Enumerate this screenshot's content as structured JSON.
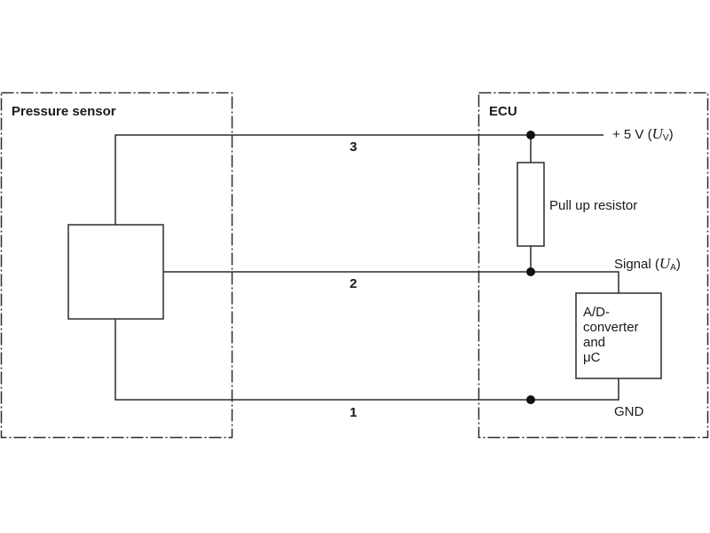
{
  "blocks": {
    "sensor": {
      "title": "Pressure sensor"
    },
    "ecu": {
      "title": "ECU"
    }
  },
  "wires": [
    {
      "number": "3",
      "ecu_terminal": {
        "prefix": "+ 5 V (",
        "symbol": "U",
        "subscript": "V",
        "suffix": ")"
      }
    },
    {
      "number": "2",
      "ecu_terminal": {
        "prefix": "Signal (",
        "symbol": "U",
        "subscript": "A",
        "suffix": ")"
      }
    },
    {
      "number": "1",
      "ecu_terminal": {
        "label": "GND"
      }
    }
  ],
  "components": {
    "pullup": {
      "label": "Pull up resistor"
    },
    "adc": {
      "label": "A/D-\nconverter\nand\nμC"
    }
  },
  "colors": {
    "line": "#2b2b2b",
    "background": "#ffffff"
  }
}
